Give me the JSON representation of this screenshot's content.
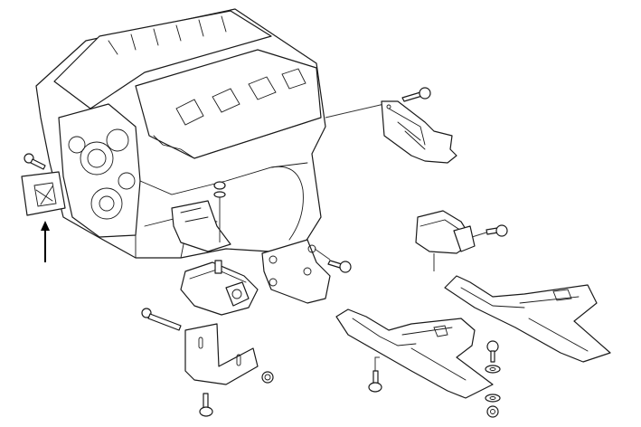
{
  "diagram": {
    "type": "exploded-parts-view",
    "colors": {
      "line": "#1a1a1a",
      "background": "#ffffff"
    },
    "parts": [
      {
        "id": "engine-block",
        "kind": "V-engine block"
      },
      {
        "id": "rear-transmission-mount-bracket",
        "kind": "bracket"
      },
      {
        "id": "front-left-engine-mount",
        "kind": "rubber mount"
      },
      {
        "id": "front-left-mount-bracket",
        "kind": "bracket"
      },
      {
        "id": "front-right-mount-bracket",
        "kind": "bracket"
      },
      {
        "id": "rear-insulator",
        "kind": "rubber mount"
      },
      {
        "id": "front-crossmember",
        "kind": "crossmember"
      },
      {
        "id": "rear-crossmember",
        "kind": "crossmember"
      },
      {
        "id": "side-cover-plate",
        "kind": "plate"
      }
    ],
    "fasteners": [
      "bolt",
      "nut",
      "washer"
    ],
    "indicator": "arrow-up"
  }
}
